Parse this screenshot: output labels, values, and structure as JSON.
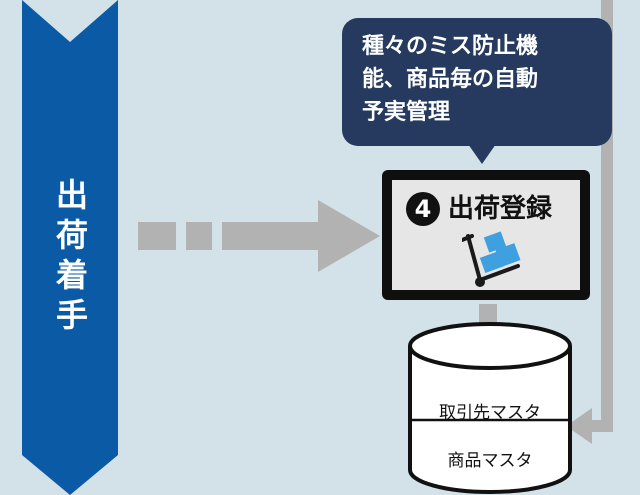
{
  "banner": {
    "chars": [
      "出",
      "荷",
      "着",
      "手"
    ]
  },
  "callout": {
    "lines": [
      "種々のミス防止機",
      "能、商品毎の自動",
      "予実管理"
    ]
  },
  "screen": {
    "step_number": "4",
    "title": "出荷登録",
    "icon": "cart-icon"
  },
  "database": {
    "labels": [
      "取引先マスタ",
      "商品マスタ"
    ]
  },
  "colors": {
    "background": "#d3e1e8",
    "banner": "#0a5aa6",
    "callout": "#253a5e",
    "arrow": "#b2b2b2",
    "cart_box": "#3fa0e0"
  }
}
